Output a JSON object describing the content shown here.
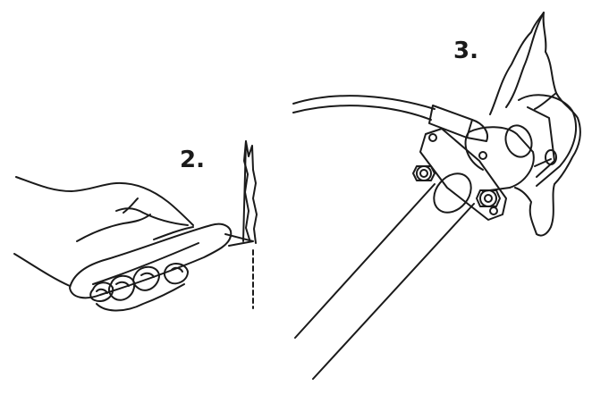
{
  "steps": [
    {
      "label": "2."
    },
    {
      "label": "3."
    }
  ],
  "colors": {
    "line": "#1a1a1a",
    "background": "#ffffff"
  },
  "icons": [
    "hand-holding-utility-knife",
    "cut-panel-edge",
    "cable-gland-through-panel"
  ]
}
